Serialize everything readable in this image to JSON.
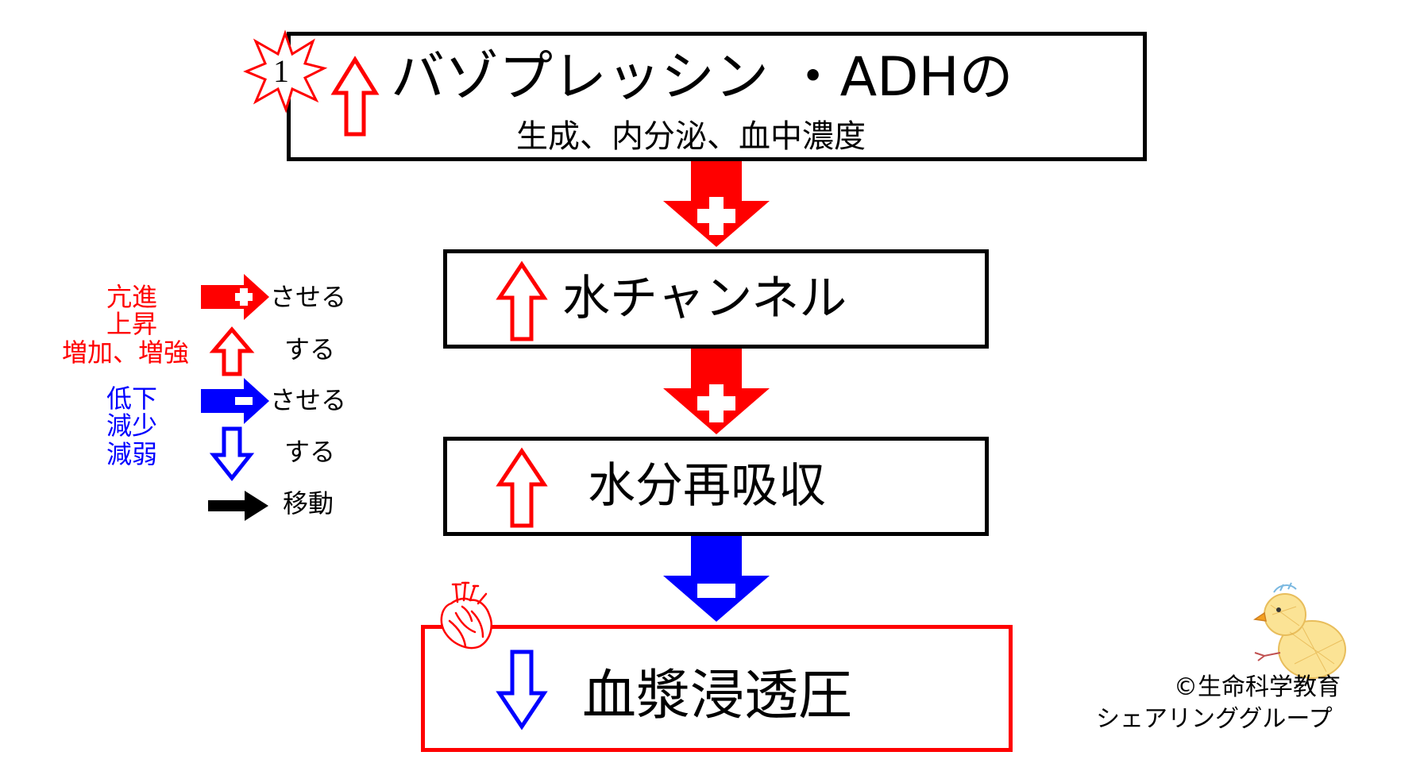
{
  "step1": {
    "badge_number": "1",
    "title": "バゾプレッシン ・ADHの",
    "subtitle": "生成、内分泌、血中濃度"
  },
  "step2": {
    "label": "水チャンネル"
  },
  "step3": {
    "label": "水分再吸収"
  },
  "step4": {
    "label": "血漿浸透圧"
  },
  "connectors": [
    {
      "sign": "+",
      "color": "#ff0000"
    },
    {
      "sign": "+",
      "color": "#ff0000"
    },
    {
      "sign": "−",
      "color": "#0000ff"
    }
  ],
  "legend": {
    "increase_words": [
      "亢進",
      "上昇",
      "増加、増強"
    ],
    "decrease_words": [
      "低下",
      "減少",
      "減弱"
    ],
    "cause_increase": "させる",
    "do_increase": "する",
    "cause_decrease": "させる",
    "do_decrease": "する",
    "move": "移動"
  },
  "credit": {
    "line1": "©生命科学教育",
    "line2": "シェアリンググループ"
  },
  "colors": {
    "increase": "#ff0000",
    "decrease": "#0000ff",
    "neutral": "#000000"
  },
  "icons": [
    "starburst-icon",
    "up-arrow-icon",
    "down-arrow-icon",
    "plus-arrow-icon",
    "minus-arrow-icon",
    "heart-icon",
    "chick-drawing-icon"
  ]
}
